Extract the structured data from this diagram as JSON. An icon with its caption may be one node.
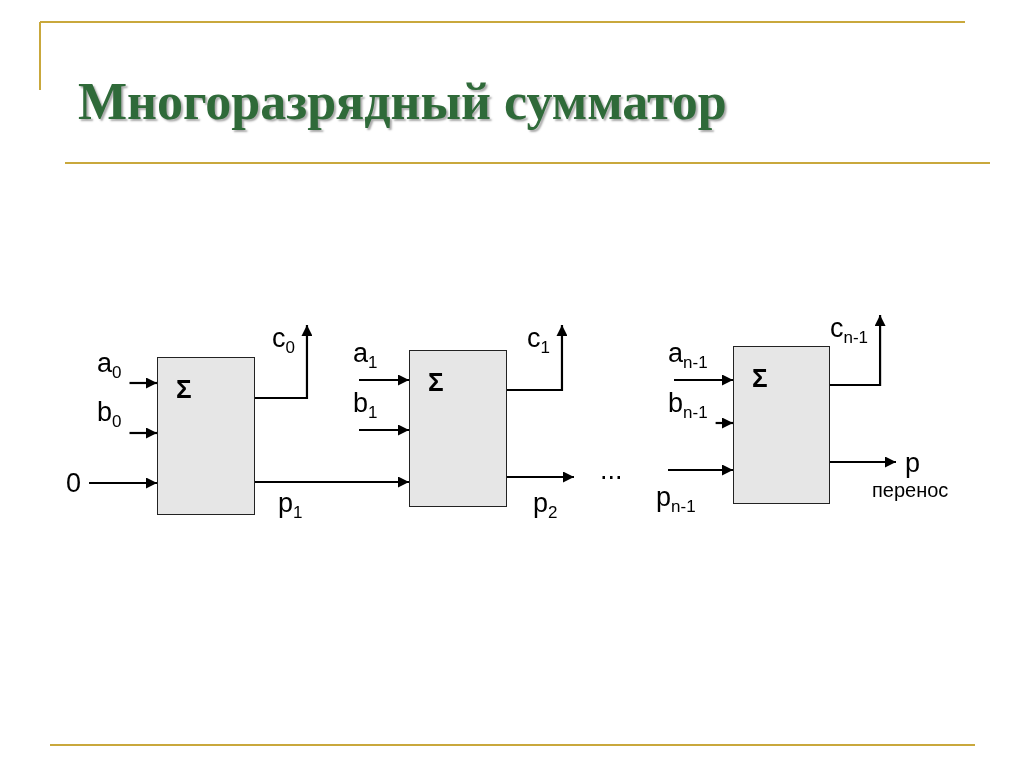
{
  "diagram": {
    "title": "Многоразрядный сумматор",
    "nodes": [
      {
        "text": [
          "a$_{0}$"
        ]
      },
      {
        "text": [
          "b$_{0}$"
        ]
      },
      {
        "text": [
          "0"
        ]
      },
      {
        "text": [
          "Σ"
        ]
      },
      {
        "text": [
          "c$_{0}$"
        ]
      },
      {
        "text": [
          "a$_{1}$"
        ]
      },
      {
        "text": [
          "b$_{1}$"
        ]
      },
      {
        "text": [
          "Σ"
        ]
      },
      {
        "text": [
          "c$_{1}$"
        ]
      },
      {
        "text": [
          "a$_{n-1}$"
        ]
      },
      {
        "text": [
          "b$_{n-1}$"
        ]
      },
      {
        "text": [
          "Σ"
        ]
      },
      {
        "text": [
          "c$_{n-1}$"
        ]
      },
      {
        "text": [
          "p",
          "перенос"
        ]
      }
    ],
    "edges": [
      {
        "from": 0,
        "to": 3,
        "arrow": "to"
      },
      {
        "from": 1,
        "to": 3,
        "arrow": "to"
      },
      {
        "from": 2,
        "to": 3,
        "arrow": "to"
      },
      {
        "from": 3,
        "to": 4,
        "arrow": "to"
      },
      {
        "from": 3,
        "to": 7,
        "arrow": "to",
        "label": "p$_{1}$"
      },
      {
        "from": 5,
        "to": 7,
        "arrow": "to"
      },
      {
        "from": 6,
        "to": 7,
        "arrow": "to"
      },
      {
        "from": 7,
        "to": 8,
        "arrow": "to"
      },
      {
        "from": 7,
        "to": null,
        "arrow": "to",
        "label": "p$_{2}$"
      },
      {
        "from": 9,
        "to": 11,
        "arrow": "to"
      },
      {
        "from": 10,
        "to": 11,
        "arrow": "to"
      },
      {
        "from": null,
        "to": 11,
        "arrow": "to",
        "label": "p$_{n-1}$"
      },
      {
        "from": 11,
        "to": 12,
        "arrow": "to"
      },
      {
        "from": 11,
        "to": 13,
        "arrow": "to"
      }
    ],
    "labels": [
      "..."
    ]
  }
}
